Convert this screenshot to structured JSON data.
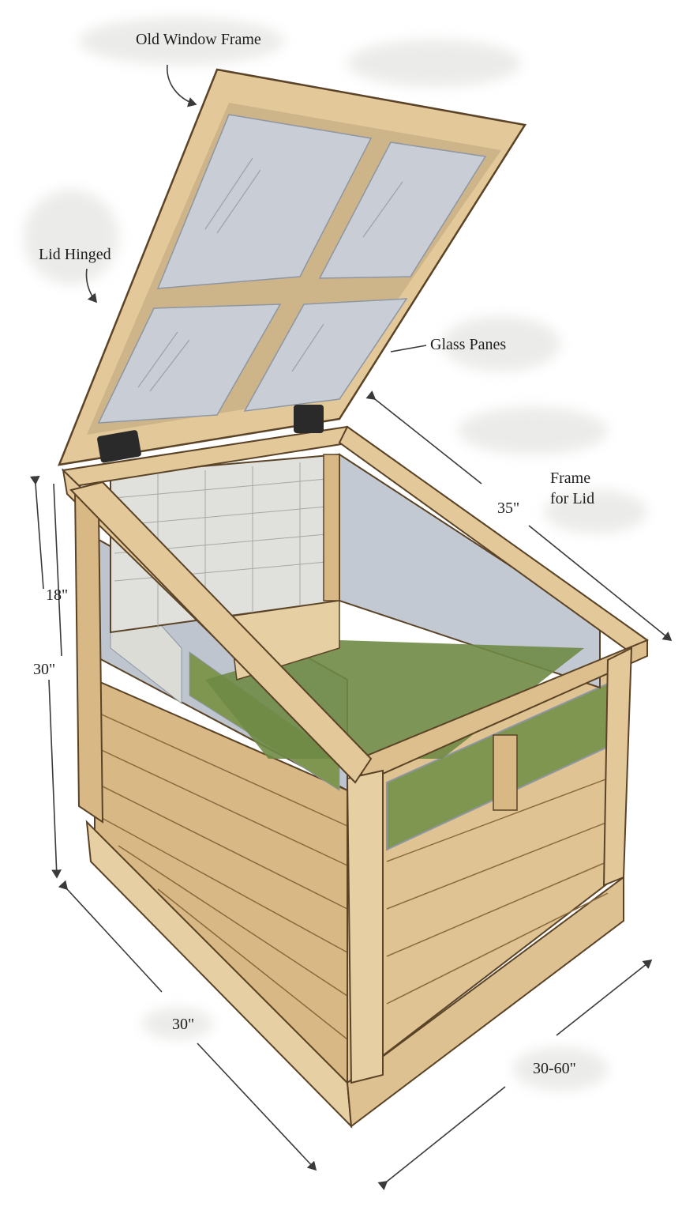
{
  "diagram": {
    "subject": "Cold frame with hinged old-window lid",
    "labels": {
      "old_window_frame": "Old Window Frame",
      "lid_hinged": "Lid Hinged",
      "glass_panes": "Glass Panes",
      "frame_for_lid_line1": "Frame",
      "frame_for_lid_line2": "for Lid"
    },
    "dimensions": {
      "lid_depth": "35\"",
      "front_height": "18\"",
      "back_height": "30\"",
      "width": "30\"",
      "length": "30-60\""
    },
    "colors": {
      "wood_light": "#e3c89a",
      "wood_mid": "#d2b07c",
      "wood_dark": "#b88d57",
      "wood_outline": "#5a4326",
      "glass": "#c9ced6",
      "glass_dark": "#8e96a2",
      "brick": "#dcdcd8",
      "soil_green": "#6f8a45",
      "dim_line": "#3a3a3a",
      "cloud": "#e8e8e6"
    }
  }
}
